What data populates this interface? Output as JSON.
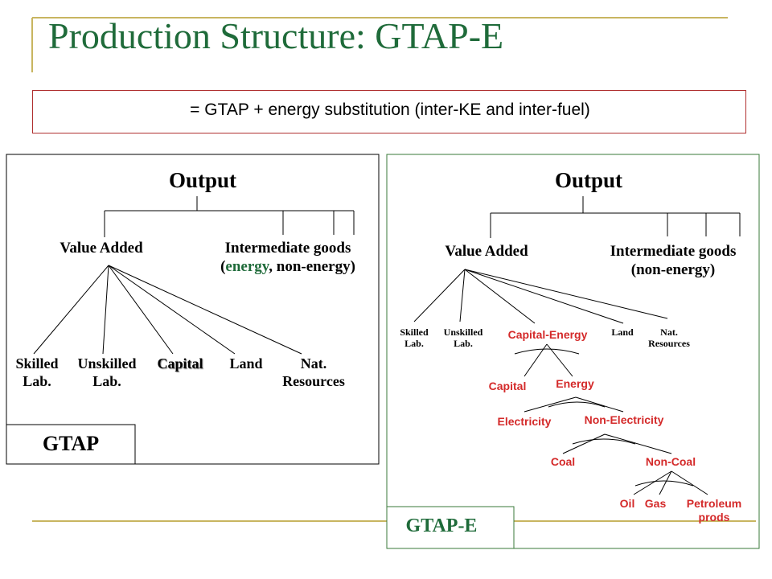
{
  "slide": {
    "title": "Production Structure: GTAP-E",
    "subtitle": "= GTAP + energy substitution  (inter-KE and inter-fuel)"
  },
  "gtap": {
    "panel_label": "GTAP",
    "output": "Output",
    "value_added": "Value Added",
    "intermediate_line1": "Intermediate goods",
    "intermediate_open": "(",
    "intermediate_energy": "energy",
    "intermediate_rest": ", non-energy)",
    "skilled": [
      "Skilled",
      "Lab."
    ],
    "unskilled": [
      "Unskilled",
      "Lab."
    ],
    "capital": "Capital",
    "land": "Land",
    "natres": [
      "Nat.",
      "Resources"
    ]
  },
  "gtape": {
    "panel_label": "GTAP-E",
    "output": "Output",
    "value_added": "Value Added",
    "intermediate_line1": "Intermediate goods",
    "intermediate_line2": "(non-energy)",
    "skilled": [
      "Skilled",
      "Lab."
    ],
    "unskilled": [
      "Unskilled",
      "Lab."
    ],
    "capital_energy": "Capital-Energy",
    "land": "Land",
    "natres": [
      "Nat.",
      "Resources"
    ],
    "capital": "Capital",
    "energy": "Energy",
    "electricity": "Electricity",
    "non_electricity": "Non-Electricity",
    "coal": "Coal",
    "non_coal": "Non-Coal",
    "oil": "Oil",
    "gas": "Gas",
    "petroleum": [
      "Petroleum",
      "prods"
    ]
  },
  "colors": {
    "title": "#1f6b3a",
    "accent_red": "#d42a2a",
    "energy_green": "#1f6b3a",
    "gold_rule": "#c8b560",
    "subtitle_border": "#b03030",
    "right_panel_border": "#3a7a3a"
  }
}
